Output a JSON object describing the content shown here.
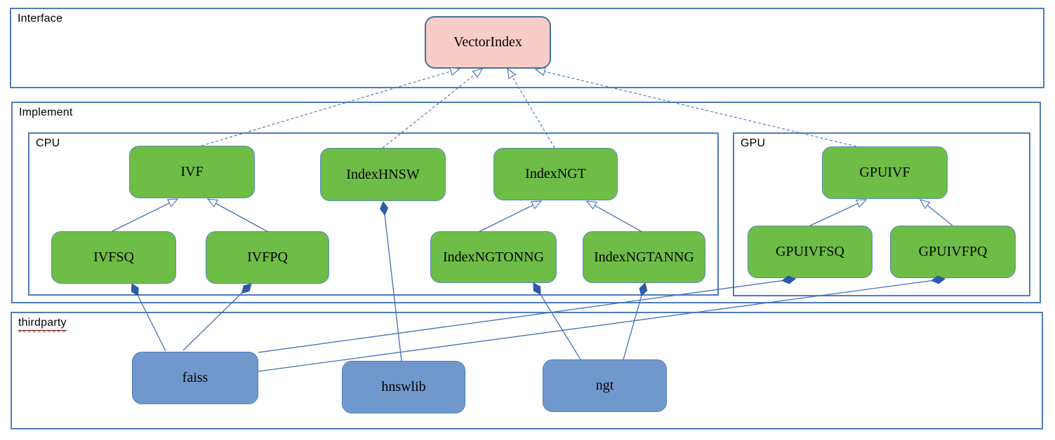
{
  "diagram": {
    "sections": {
      "interface": {
        "label": "Interface"
      },
      "implement": {
        "label": "Implement"
      },
      "cpu": {
        "label": "CPU"
      },
      "gpu": {
        "label": "GPU"
      },
      "thirdparty": {
        "label": "thirdparty"
      }
    },
    "nodes": {
      "vectorindex": {
        "label": "VectorIndex",
        "kind": "interface"
      },
      "ivf": {
        "label": "IVF",
        "kind": "cpu-class"
      },
      "indexhnsw": {
        "label": "IndexHNSW",
        "kind": "cpu-class"
      },
      "indexngt": {
        "label": "IndexNGT",
        "kind": "cpu-class"
      },
      "ivfsq": {
        "label": "IVFSQ",
        "kind": "cpu-class"
      },
      "ivfpq": {
        "label": "IVFPQ",
        "kind": "cpu-class"
      },
      "indexngtonng": {
        "label": "IndexNGTONNG",
        "kind": "cpu-class"
      },
      "indexngtanng": {
        "label": "IndexNGTANNG",
        "kind": "cpu-class"
      },
      "gpuivf": {
        "label": "GPUIVF",
        "kind": "gpu-class"
      },
      "gpuivfsq": {
        "label": "GPUIVFSQ",
        "kind": "gpu-class"
      },
      "gpuivfpq": {
        "label": "GPUIVFPQ",
        "kind": "gpu-class"
      },
      "faiss": {
        "label": "faiss",
        "kind": "thirdparty-lib"
      },
      "hnswlib": {
        "label": "hnswlib",
        "kind": "thirdparty-lib"
      },
      "ngt": {
        "label": "ngt",
        "kind": "thirdparty-lib"
      }
    },
    "edges": [
      {
        "from": "IVF",
        "to": "VectorIndex",
        "type": "realization"
      },
      {
        "from": "IndexHNSW",
        "to": "VectorIndex",
        "type": "realization"
      },
      {
        "from": "IndexNGT",
        "to": "VectorIndex",
        "type": "realization"
      },
      {
        "from": "GPUIVF",
        "to": "VectorIndex",
        "type": "realization"
      },
      {
        "from": "IVFSQ",
        "to": "IVF",
        "type": "generalization"
      },
      {
        "from": "IVFPQ",
        "to": "IVF",
        "type": "generalization"
      },
      {
        "from": "IndexNGTONNG",
        "to": "IndexNGT",
        "type": "generalization"
      },
      {
        "from": "IndexNGTANNG",
        "to": "IndexNGT",
        "type": "generalization"
      },
      {
        "from": "GPUIVFSQ",
        "to": "GPUIVF",
        "type": "generalization"
      },
      {
        "from": "GPUIVFPQ",
        "to": "GPUIVF",
        "type": "generalization"
      },
      {
        "from": "IndexHNSW",
        "to": "hnswlib",
        "type": "composition"
      },
      {
        "from": "IVFSQ",
        "to": "faiss",
        "type": "composition"
      },
      {
        "from": "IVFPQ",
        "to": "faiss",
        "type": "composition"
      },
      {
        "from": "IndexNGTONNG",
        "to": "ngt",
        "type": "composition"
      },
      {
        "from": "IndexNGTANNG",
        "to": "ngt",
        "type": "composition"
      },
      {
        "from": "GPUIVFSQ",
        "to": "faiss",
        "type": "composition"
      },
      {
        "from": "GPUIVFPQ",
        "to": "faiss",
        "type": "composition"
      }
    ],
    "colors": {
      "container_border": "#4e7cba",
      "connector": "#4470b4",
      "diamond": "#2d5ba8",
      "green_fill": "#6ebd46",
      "green_border": "#5a8ac0",
      "blue_fill": "#7198cd",
      "blue_border": "#4d7dbf",
      "pink_fill": "#f8cdc8",
      "pink_border": "#41719c",
      "squiggle": "#e02818"
    }
  }
}
